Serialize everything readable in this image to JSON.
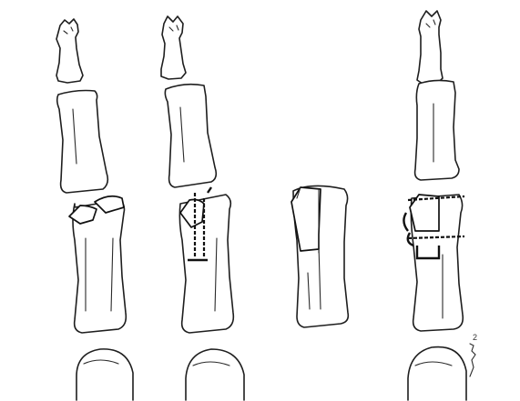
{
  "figure": {
    "side_mark": "2"
  },
  "stages": [
    {
      "id": "stage-1-displaced-avulsion-fragment"
    },
    {
      "id": "stage-2-kirschner-wire-fixation"
    },
    {
      "id": "stage-3-reduced-fragment-on-middle-phalanx"
    },
    {
      "id": "stage-4-pull-out-wire-fixation"
    }
  ],
  "colors": {
    "ink": "#1e1e1e",
    "background": "#ffffff"
  }
}
